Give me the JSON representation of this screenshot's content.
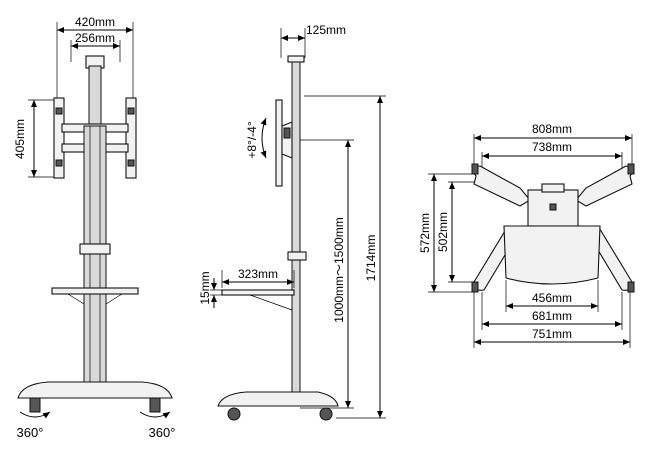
{
  "front_view": {
    "width_label": "420mm",
    "vesa_label": "256mm",
    "height_label": "405mm",
    "rotation_left": "360°",
    "rotation_right": "360°"
  },
  "side_view": {
    "depth_label": "125mm",
    "tilt_label": "+8°/-4°",
    "shelf_depth_label": "323mm",
    "shelf_thickness_label": "15mm",
    "adjust_range_label": "1000mm～1500mm",
    "total_height_label": "1714mm"
  },
  "base_view": {
    "outer_width_label": "808mm",
    "inner_width_label": "738mm",
    "outer_depth_label": "572mm",
    "inner_depth_label": "502mm",
    "shelf_width_label": "456mm",
    "base_mid_label": "681mm",
    "base_width_label": "751mm"
  }
}
